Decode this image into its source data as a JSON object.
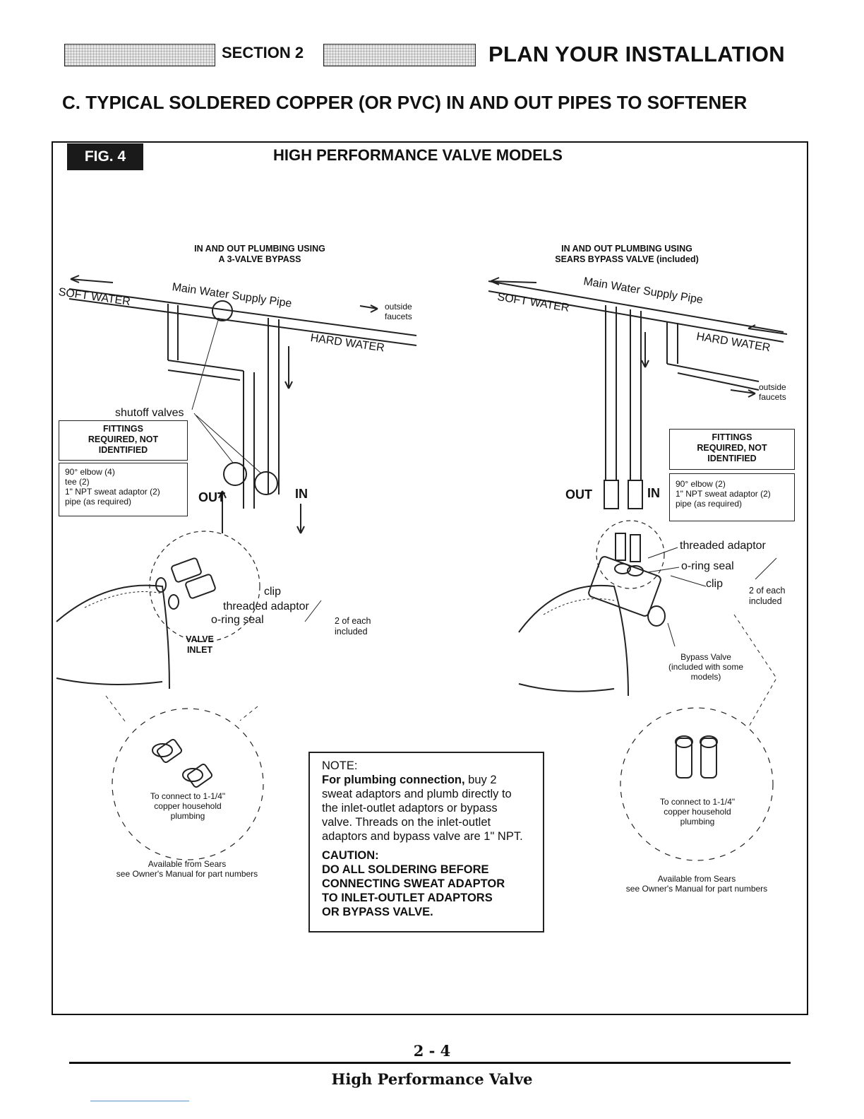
{
  "header": {
    "section_label": "SECTION 2",
    "page_title": "PLAN YOUR INSTALLATION"
  },
  "main_heading": "C. TYPICAL SOLDERED COPPER (OR PVC) IN AND OUT PIPES TO SOFTENER",
  "figure": {
    "badge": "FIG. 4",
    "title": "HIGH PERFORMANCE VALVE MODELS",
    "left": {
      "caption_line1": "IN AND OUT PLUMBING USING",
      "caption_line2": "A 3-VALVE BYPASS",
      "main_pipe": "Main Water Supply Pipe",
      "soft_water": "SOFT WATER",
      "hard_water": "HARD WATER",
      "outside_faucets_1": "outside",
      "outside_faucets_2": "faucets",
      "shutoff_valves": "shutoff valves",
      "fittings_head_1": "FITTINGS",
      "fittings_head_2": "REQUIRED, NOT",
      "fittings_head_3": "IDENTIFIED",
      "fittings_items": [
        "90° elbow (4)",
        "tee (2)",
        "1\" NPT sweat adaptor (2)",
        "pipe (as required)"
      ],
      "out": "OUT",
      "in": "IN",
      "clip": "clip",
      "threaded_adaptor": "threaded adaptor",
      "oring_seal": "o-ring seal",
      "qty_1": "2 of each",
      "qty_2": "included",
      "valve_inlet_1": "VALVE",
      "valve_inlet_2": "INLET",
      "connect_1": "To connect to 1-1/4\"",
      "connect_2": "copper household",
      "connect_3": "plumbing",
      "available_1": "Available from Sears",
      "available_2": "see Owner's Manual for part numbers"
    },
    "right": {
      "caption_line1": "IN AND OUT PLUMBING USING",
      "caption_line2": "SEARS BYPASS VALVE (included)",
      "main_pipe": "Main Water Supply Pipe",
      "soft_water": "SOFT WATER",
      "hard_water": "HARD WATER",
      "outside_faucets_1": "outside",
      "outside_faucets_2": "faucets",
      "fittings_head_1": "FITTINGS",
      "fittings_head_2": "REQUIRED, NOT",
      "fittings_head_3": "IDENTIFIED",
      "fittings_items": [
        "90° elbow (2)",
        "1\" NPT sweat adaptor (2)",
        "pipe (as required)"
      ],
      "out": "OUT",
      "in": "IN",
      "threaded_adaptor": "threaded adaptor",
      "oring_seal": "o-ring seal",
      "clip": "clip",
      "qty_1": "2 of each",
      "qty_2": "included",
      "bypass_1": "Bypass Valve",
      "bypass_2": "(included with some",
      "bypass_3": "models)",
      "connect_1": "To connect to 1-1/4\"",
      "connect_2": "copper household",
      "connect_3": "plumbing",
      "available_1": "Available from Sears",
      "available_2": "see Owner's Manual for part numbers"
    },
    "note": {
      "label": "NOTE:",
      "bold_lead": "For plumbing connection,",
      "text_lines": [
        " buy 2",
        "sweat adaptors and plumb directly to",
        "the inlet-outlet adaptors or bypass",
        "valve. Threads on the inlet-outlet",
        "adaptors and bypass valve are 1\" NPT."
      ],
      "caution_label": "CAUTION:",
      "caution_lines": [
        "DO ALL SOLDERING BEFORE",
        "CONNECTING SWEAT ADAPTOR",
        "TO INLET-OUTLET ADAPTORS",
        "OR BYPASS VALVE."
      ]
    }
  },
  "footer": {
    "page_number": "2 - 4",
    "title": "High Performance Valve"
  }
}
